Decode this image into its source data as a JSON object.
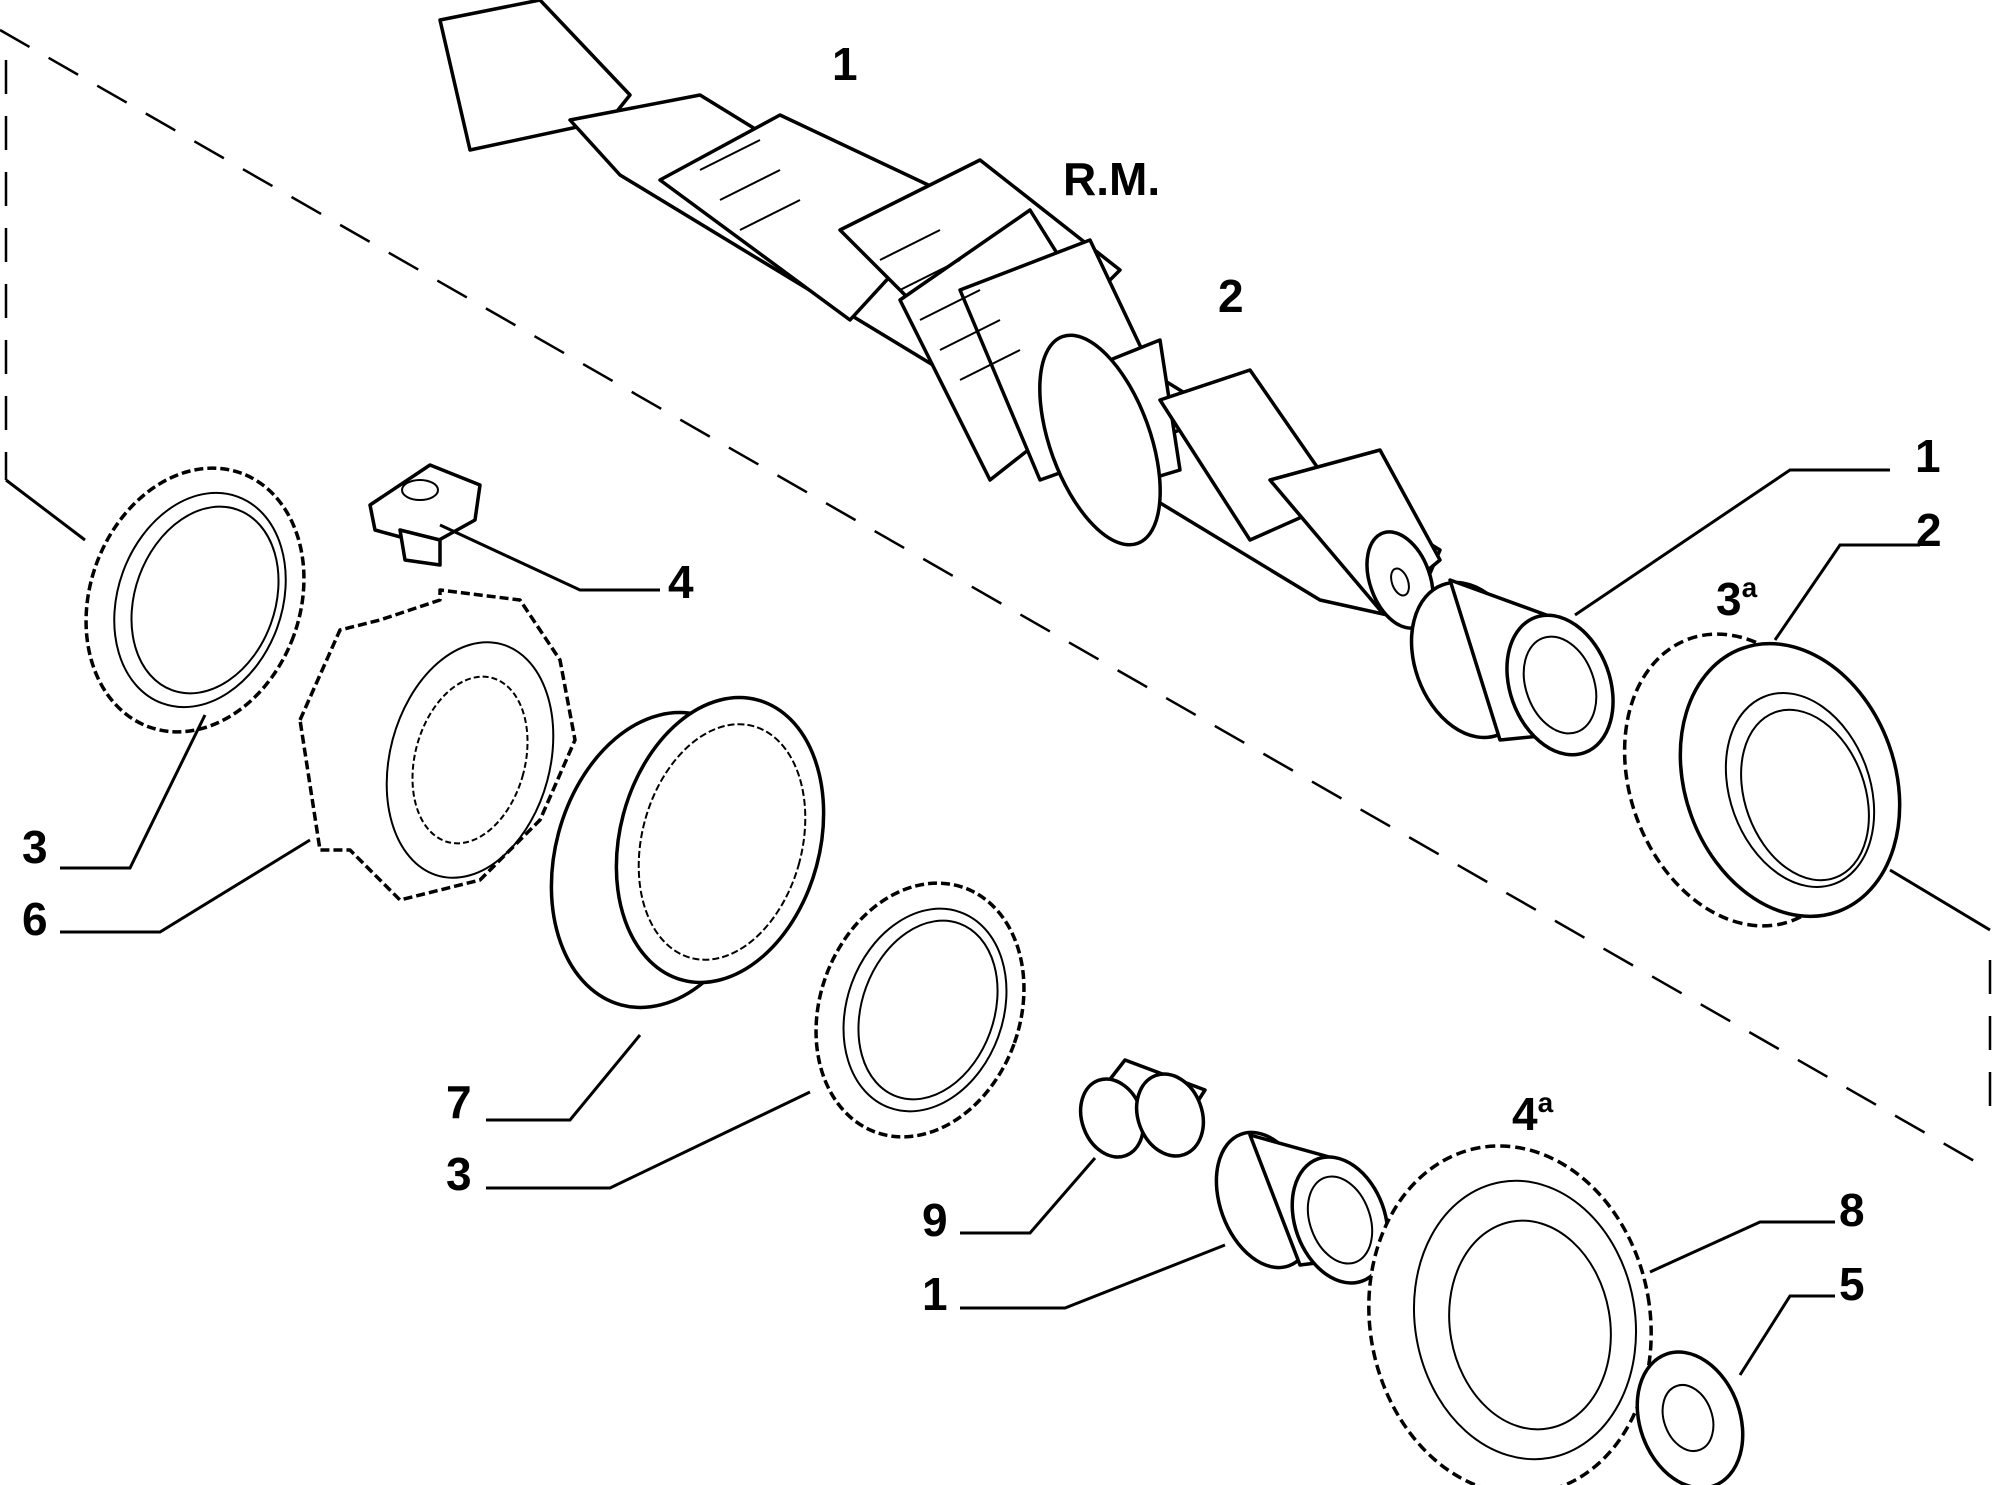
{
  "assembly_label": "R.M.",
  "callouts": {
    "shaft_top_1": "1",
    "shaft_gear_2": "2",
    "bearing_upper_1": "1",
    "gear_3rd_2": "2",
    "gear_3rd_name": {
      "num": "3",
      "sup": "a"
    },
    "lock_4": "4",
    "ring_left_3": "3",
    "hub_6": "6",
    "sleeve_7": "7",
    "ring_mid_3": "3",
    "bush_9": "9",
    "bearing_lower_1": "1",
    "gear_4th_name": {
      "num": "4",
      "sup": "a"
    },
    "gear_4th_8": "8",
    "washer_5": "5"
  },
  "icons": {
    "shaft": "splined-shaft-icon",
    "bearing": "needle-bearing-icon",
    "gear": "helical-gear-icon",
    "sync_ring": "synchronizer-ring-icon",
    "hub": "synchronizer-hub-icon",
    "sleeve": "sliding-sleeve-icon",
    "lock": "sync-key-icon",
    "bush": "bushing-icon",
    "washer": "thrust-washer-icon"
  }
}
